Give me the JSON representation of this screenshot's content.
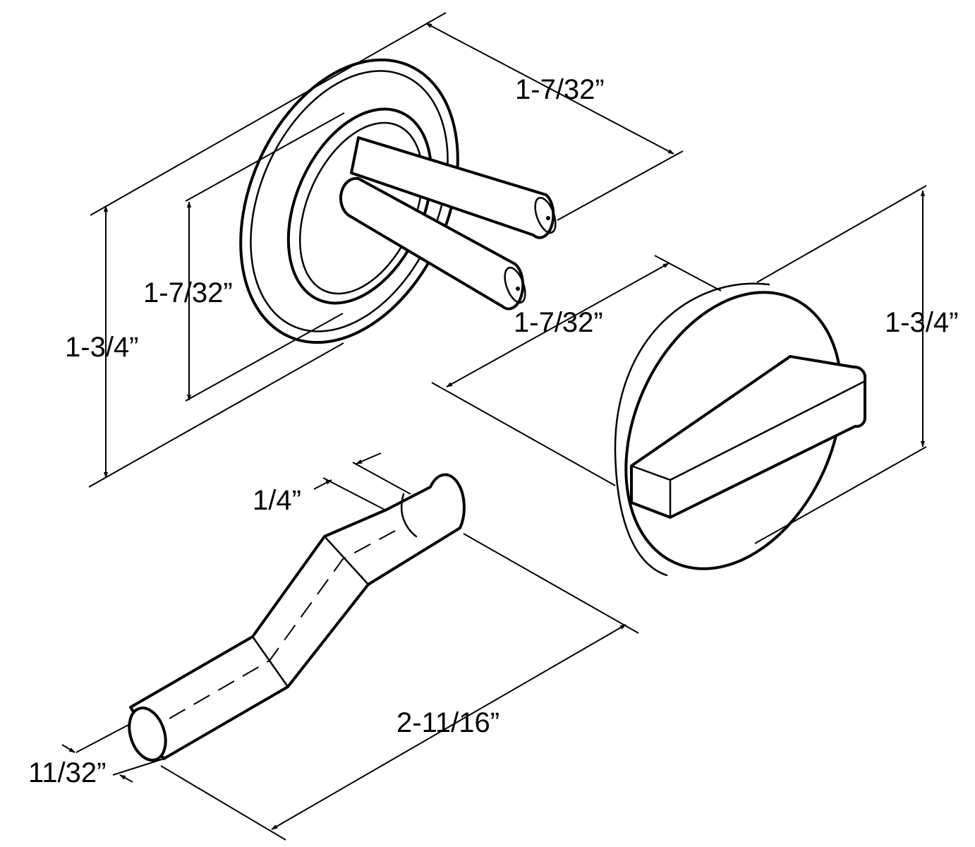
{
  "dimensions": {
    "plate_depth": "1-7/32”",
    "plate_inner_height": "1-7/32”",
    "plate_outer_height": "1-3/4”",
    "cap_depth": "1-7/32”",
    "cap_height": "1-3/4”",
    "rod_hole": "1/4”",
    "rod_diameter": "11/32”",
    "rod_length": "2-11/16”"
  }
}
